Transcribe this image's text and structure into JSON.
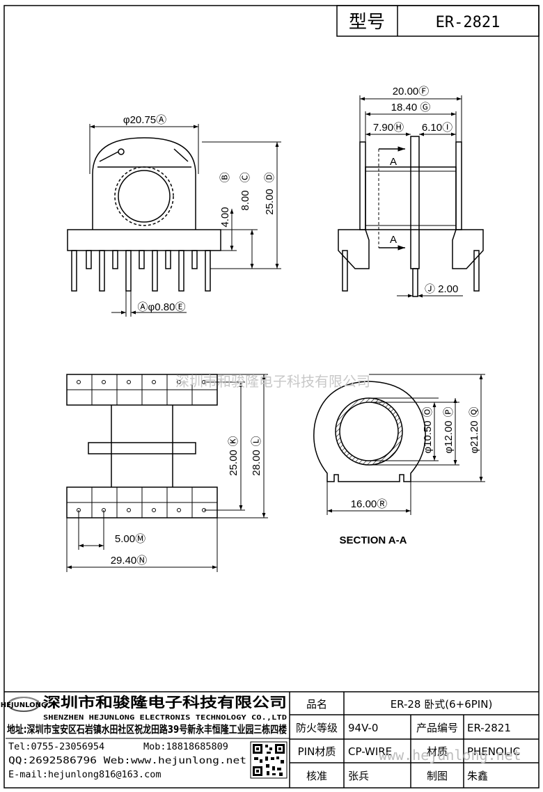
{
  "header": {
    "model_label": "型号",
    "model_value": "ER-2821"
  },
  "front_view": {
    "dia_a": "φ20.75Ⓐ",
    "dim_b": "4.00",
    "mark_b": "Ⓑ",
    "dim_c": "8.00",
    "mark_c": "Ⓒ",
    "dim_d": "25.00",
    "mark_d": "Ⓓ",
    "pin_dia": "Ⓐφ0.80Ⓔ"
  },
  "side_view": {
    "dim_f": "20.00Ⓕ",
    "dim_g": "18.40 Ⓖ",
    "dim_h": "7.90Ⓗ",
    "dim_i": "6.10Ⓘ",
    "section_mark_top": "A",
    "section_mark_bottom": "A",
    "dim_j": "Ⓙ 2.00"
  },
  "bottom_view": {
    "dim_k": "25.00",
    "mark_k": "Ⓚ",
    "dim_l": "28.00",
    "mark_l": "Ⓛ",
    "dim_m": "5.00Ⓜ",
    "dim_n": "29.40Ⓝ"
  },
  "section_view": {
    "dim_o": "φ10.50",
    "mark_o": "Ⓞ",
    "dim_p": "φ12.00",
    "mark_p": "Ⓟ",
    "dim_q": "φ21.20",
    "mark_q": "Ⓠ",
    "dim_r": "16.00Ⓡ",
    "caption": "SECTION A-A"
  },
  "watermark": {
    "center_text": "深圳市和骏隆电子科技有限公司",
    "url_text": "www.hejunlong.net"
  },
  "title_block": {
    "logo_text": "HEJUNLONG",
    "company_cn": "深圳市和骏隆电子科技有限公司",
    "company_en": "SHENZHEN HEJUNLONG ELECTRONIS TECHNOLOGY CO.,LTD",
    "address": "地址:深圳市宝安区石岩镇水田社区祝龙田路39号新永丰恒隆工业园三栋四楼",
    "tel": "Tel:0755-23056954",
    "mob": "Mob:18818685809",
    "qq_web": "QQ:2692586796 Web:www.hejunlong.net",
    "email": "E-mail:hejunlong816@163.com",
    "rows": [
      {
        "label1": "品名",
        "value1": "ER-28 卧式(6+6PIN)",
        "label2": "",
        "value2": ""
      },
      {
        "label1": "防火等级",
        "value1": "94V-0",
        "label2": "产品编号",
        "value2": "ER-2821"
      },
      {
        "label1": "PIN材质",
        "value1": "CP-WIRE",
        "label2": "材质",
        "value2": "PHENOLIC"
      },
      {
        "label1": "核准",
        "value1": "张兵",
        "label2": "制图",
        "value2": "朱鑫"
      }
    ]
  }
}
